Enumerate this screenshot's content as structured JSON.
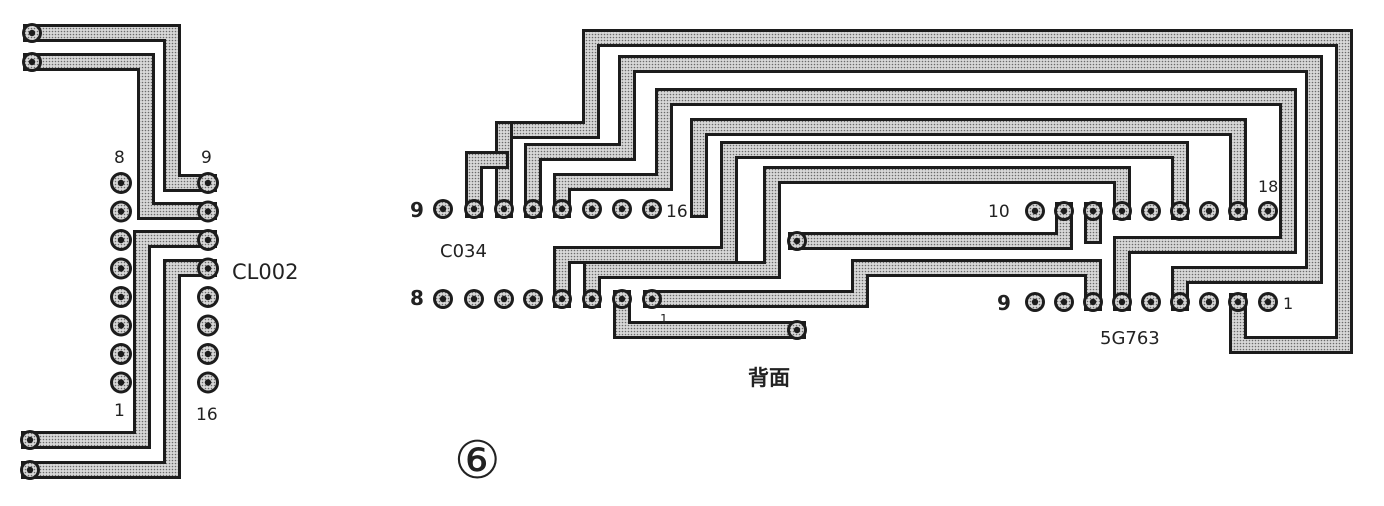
{
  "left_board": {
    "pin_label_8": "8",
    "pin_label_9": "9",
    "pin_label_1": "1",
    "pin_label_16": "16",
    "chip_label": "CL002"
  },
  "right_board": {
    "ic1_pin_9": "9",
    "ic1_pin_16": "16",
    "ic1_pin_8": "8",
    "ic1_pin_1": "1",
    "ic1_label": "C034",
    "ic2_pin_10": "10",
    "ic2_pin_18": "18",
    "ic2_pin_9": "9",
    "ic2_pin_1": "1",
    "ic2_label": "5G763",
    "caption": "背面"
  },
  "figure_number": "⑥"
}
